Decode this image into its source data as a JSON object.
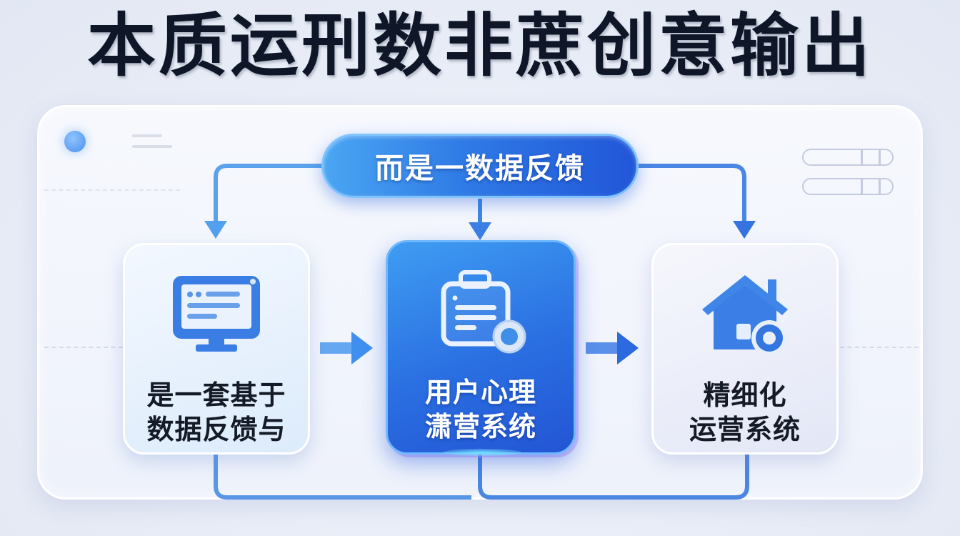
{
  "title": "本质运刑数非蔗创意输出",
  "top_node": {
    "label": "而是一数据反馈",
    "color": "#2f7ae6"
  },
  "cards": [
    {
      "id": "left",
      "icon": "monitor-icon",
      "line1": "是一套基于",
      "line2": "数据反馈与",
      "style": "light-blue"
    },
    {
      "id": "middle",
      "icon": "briefcase-gear-icon",
      "line1": "用户心理",
      "line2": "潇营系统",
      "style": "highlighted-blue"
    },
    {
      "id": "right",
      "icon": "house-cycle-icon",
      "line1": "精细化",
      "line2": "运营系统",
      "style": "light-lavender"
    }
  ],
  "connectors": {
    "top_to_cards": [
      "left",
      "middle",
      "right"
    ],
    "horizontal_arrows": [
      "left->middle",
      "middle->right"
    ],
    "bottom_loop": [
      "left-bottom",
      "middle-bottom",
      "right-bottom"
    ]
  },
  "colors": {
    "title": "#0e1628",
    "accent_blue": "#2f7ae6",
    "connector_blue": "#4a8ee8",
    "background": "#eceff7"
  }
}
